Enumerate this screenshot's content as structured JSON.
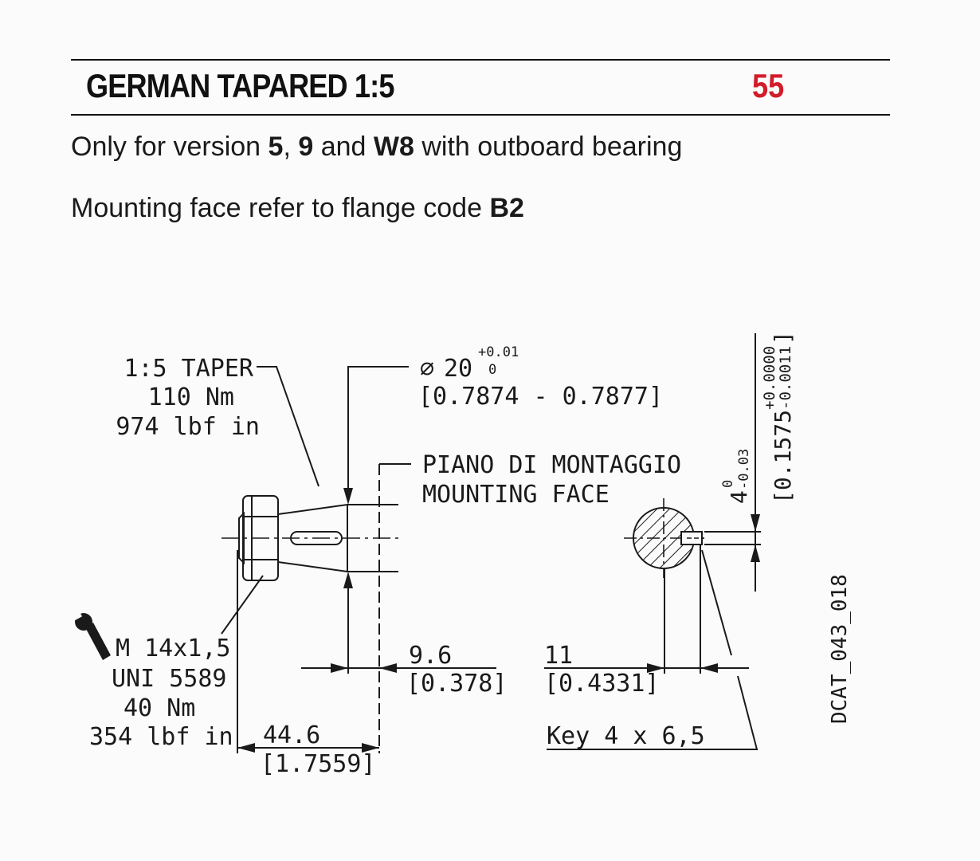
{
  "header": {
    "title": "GERMAN TAPARED 1:5",
    "code": "55"
  },
  "intro": {
    "line1": {
      "prefix": "Only for version ",
      "v1": "5",
      "sep1": ", ",
      "v2": "9",
      "sep2": " and ",
      "v3": "W8",
      "suffix": " with outboard bearing"
    },
    "line2": {
      "prefix": "Mounting face refer to flange code ",
      "flange": "B2"
    }
  },
  "drawing": {
    "taper": {
      "line1": "1:5 TAPER",
      "line2": "110 Nm",
      "line3": "974 lbf in"
    },
    "diameter": {
      "nominal": "20",
      "tol_upper": "+0.01",
      "tol_lower": "0",
      "inch": "[0.7874 - 0.7877]"
    },
    "mounting_face": {
      "it": "PIANO DI MONTAGGIO",
      "en": "MOUNTING FACE"
    },
    "thread": {
      "line1": "M 14x1,5",
      "line2": "UNI 5589",
      "line3": "40 Nm",
      "line4": "354 lbf in"
    },
    "dim_9_6": {
      "mm": "9.6",
      "inch": "[0.378]"
    },
    "dim_44_6": {
      "mm": "44.6",
      "inch": "[1.7559]"
    },
    "dim_11": {
      "mm": "11",
      "inch": "[0.4331]"
    },
    "key": "Key 4 x 6,5",
    "key_width": {
      "nominal": "4",
      "tol_upper": "0",
      "tol_lower": "-0.03",
      "inch_nominal": "[0.1575",
      "inch_upper": "+0.0000",
      "inch_lower": "-0.0011",
      "inch_close": "]"
    },
    "drawing_code": "DCAT_043_018"
  },
  "colors": {
    "accent": "#d21c2b",
    "ink": "#1a1a1a"
  }
}
